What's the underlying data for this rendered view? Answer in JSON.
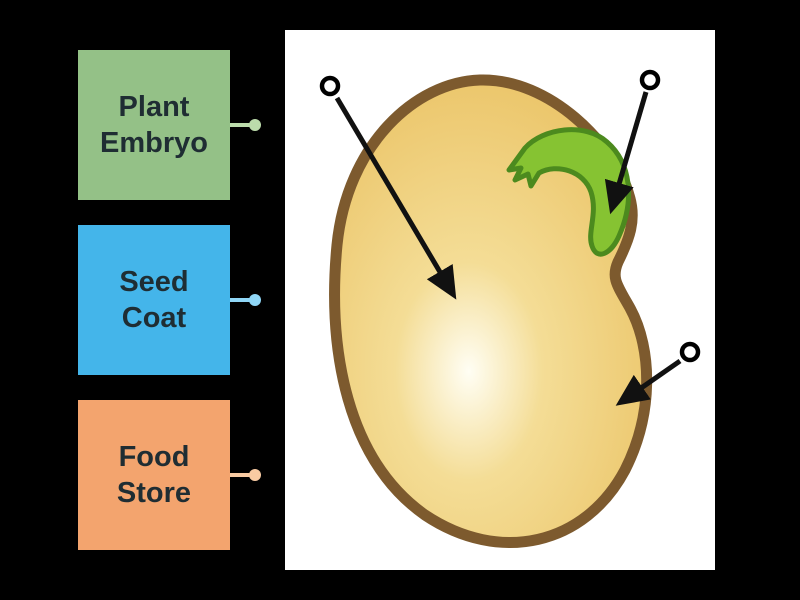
{
  "labels": [
    {
      "name": "Plant Embryo",
      "line1": "Plant",
      "line2": "Embryo",
      "color": "#94c187",
      "dot_color": "#bcdcab"
    },
    {
      "name": "Seed Coat",
      "line1": "Seed",
      "line2": "Coat",
      "color": "#44b5ea",
      "dot_color": "#8fd6f6"
    },
    {
      "name": "Food Store",
      "line1": "Food",
      "line2": "Store",
      "color": "#f3a46e",
      "dot_color": "#f9cba3"
    }
  ],
  "diagram": {
    "panel_bg": "#ffffff",
    "seed_coat_color": "#7d5a2e",
    "seed_fill_color": "#ecc76d",
    "seed_mid_color": "#f4dd96",
    "seed_glow_color": "#fffef4",
    "embryo_fill": "#86c332",
    "embryo_stroke": "#4c8a1e",
    "arrow_color": "#111111",
    "target_fill": "#ffffff",
    "target_ring_color": "#000000"
  }
}
